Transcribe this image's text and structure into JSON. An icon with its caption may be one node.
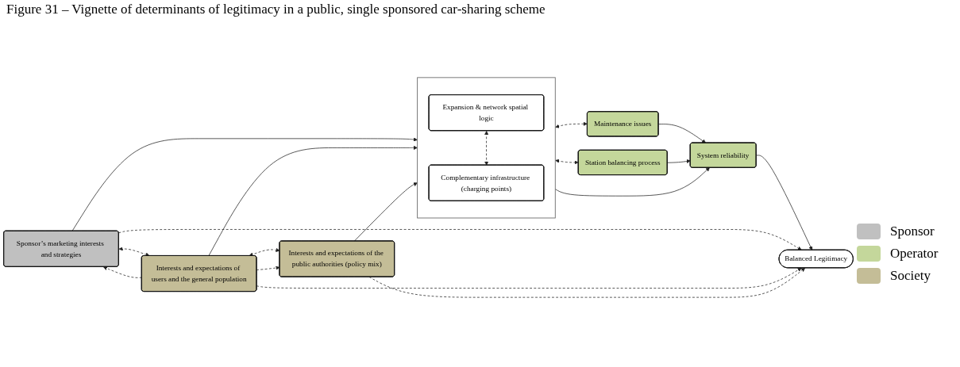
{
  "diagram": {
    "title": "Figure 31 – Vignette of determinants of legitimacy in a public, single sponsored car-sharing scheme",
    "nodes": [
      {
        "text": [
          "Sponsor’s marketing interests and strategies"
        ]
      },
      {
        "text": [
          "Interests and expectations of users and the general population"
        ]
      },
      {
        "text": [
          "Interests and expectations of the public authorities (policy mix)"
        ]
      },
      {
        "text": [],
        "shape": "box"
      },
      {
        "text": [
          "Expansion & network spatial logic"
        ],
        "in": 3
      },
      {
        "text": [
          "Complementary infrastructure (charging points)"
        ],
        "in": 3
      },
      {
        "text": [
          "Maintenance issues"
        ]
      },
      {
        "text": [
          "System reliability"
        ]
      },
      {
        "text": [
          "Station balancing process"
        ]
      },
      {
        "text": [
          "Balanced Legitimacy"
        ]
      }
    ],
    "edges": [
      {
        "from": 0,
        "to": 3,
        "arrow": "to"
      },
      {
        "from": 1,
        "to": 3,
        "arrow": "to"
      },
      {
        "from": 2,
        "to": 3,
        "arrow": "to"
      },
      {
        "from": 0,
        "to": 1,
        "arrow": "both",
        "style": "dashed"
      },
      {
        "from": 1,
        "to": 2,
        "arrow": "both",
        "style": "dashed"
      },
      {
        "from": 1,
        "to": 0,
        "arrow": "to",
        "style": "dashed"
      },
      {
        "from": 1,
        "to": 2,
        "arrow": "to",
        "style": "dashed"
      },
      {
        "from": 4,
        "to": 5,
        "arrow": "both",
        "style": "dashed"
      },
      {
        "from": 3,
        "to": 6,
        "arrow": "both",
        "style": "dashed"
      },
      {
        "from": 3,
        "to": 8,
        "arrow": "both",
        "style": "dashed"
      },
      {
        "from": 3,
        "to": 7,
        "arrow": "to"
      },
      {
        "from": 6,
        "to": 7,
        "arrow": "to"
      },
      {
        "from": 8,
        "to": 7,
        "arrow": "to"
      },
      {
        "from": 7,
        "to": 9,
        "arrow": "to"
      },
      {
        "from": 0,
        "to": 9,
        "arrow": "to",
        "style": "dashed"
      },
      {
        "from": 1,
        "to": 9,
        "arrow": "to",
        "style": "dashed"
      },
      {
        "from": 2,
        "to": 9,
        "arrow": "to",
        "style": "dashed"
      }
    ],
    "legend": [
      {
        "text": "Sponsor",
        "color": "#c0c0c0"
      },
      {
        "text": "Operator",
        "color": "#c4d79b"
      },
      {
        "text": "Society",
        "color": "#c4bd97"
      }
    ]
  }
}
